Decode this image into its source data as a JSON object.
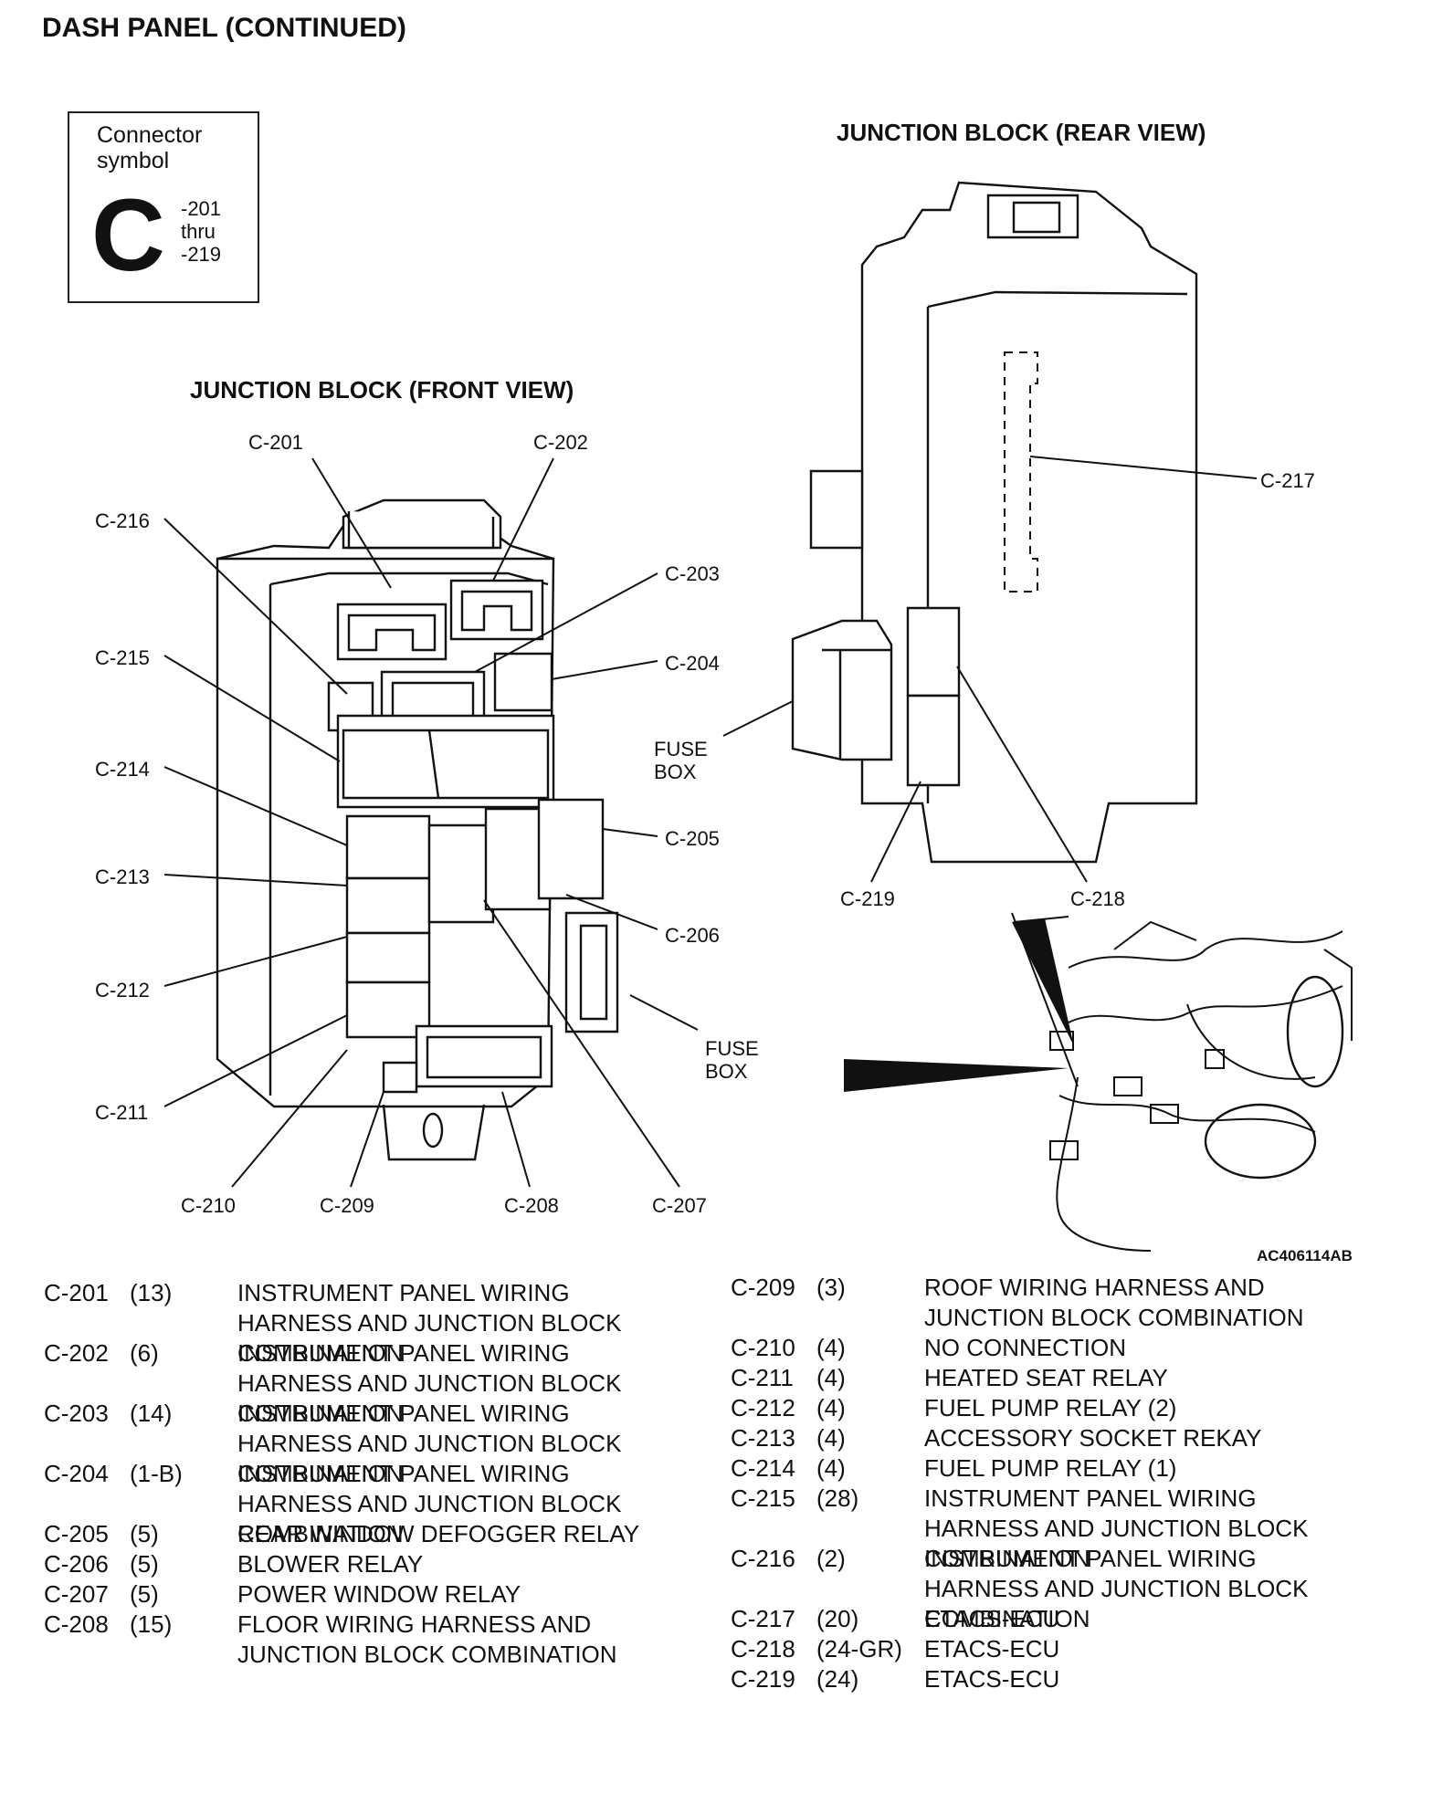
{
  "title": "DASH PANEL (CONTINUED)",
  "symbol": {
    "label": "Connector symbol",
    "letter": "C",
    "range": [
      "-201",
      "thru",
      "-219"
    ]
  },
  "front_view": {
    "heading": "JUNCTION BLOCK (FRONT VIEW)",
    "labels": {
      "c201": "C-201",
      "c202": "C-202",
      "c203": "C-203",
      "c204": "C-204",
      "c205": "C-205",
      "c206": "C-206",
      "c207": "C-207",
      "c208": "C-208",
      "c209": "C-209",
      "c210": "C-210",
      "c211": "C-211",
      "c212": "C-212",
      "c213": "C-213",
      "c214": "C-214",
      "c215": "C-215",
      "c216": "C-216"
    },
    "fuse_box": [
      "FUSE",
      "BOX"
    ]
  },
  "rear_view": {
    "heading": "JUNCTION BLOCK (REAR VIEW)",
    "labels": {
      "c217": "C-217",
      "c218": "C-218",
      "c219": "C-219"
    },
    "fuse_box": [
      "FUSE",
      "BOX"
    ]
  },
  "ref_code": "AC406114AB",
  "connectors_left": [
    {
      "id": "C-201",
      "pins": "(13)",
      "desc": "INSTRUMENT PANEL WIRING HARNESS AND JUNCTION BLOCK COMBINATION"
    },
    {
      "id": "C-202",
      "pins": "(6)",
      "desc": "INSTRUMENT PANEL WIRING HARNESS AND JUNCTION BLOCK COMBINATION"
    },
    {
      "id": "C-203",
      "pins": "(14)",
      "desc": "INSTRUMENT PANEL WIRING HARNESS AND JUNCTION BLOCK COMBINATION"
    },
    {
      "id": "C-204",
      "pins": "(1-B)",
      "desc": "INSTRUMENT PANEL WIRING HARNESS AND JUNCTION BLOCK COMBINATION"
    },
    {
      "id": "C-205",
      "pins": "(5)",
      "desc": "REAR WINDOW DEFOGGER RELAY"
    },
    {
      "id": "C-206",
      "pins": "(5)",
      "desc": "BLOWER RELAY"
    },
    {
      "id": "C-207",
      "pins": "(5)",
      "desc": "POWER WINDOW RELAY"
    },
    {
      "id": "C-208",
      "pins": "(15)",
      "desc": "FLOOR WIRING HARNESS AND JUNCTION BLOCK COMBINATION"
    }
  ],
  "connectors_right": [
    {
      "id": "C-209",
      "pins": "(3)",
      "desc": "ROOF WIRING HARNESS AND JUNCTION BLOCK COMBINATION"
    },
    {
      "id": "C-210",
      "pins": "(4)",
      "desc": "NO CONNECTION"
    },
    {
      "id": "C-211",
      "pins": "(4)",
      "desc": "HEATED SEAT RELAY"
    },
    {
      "id": "C-212",
      "pins": "(4)",
      "desc": "FUEL PUMP RELAY (2)"
    },
    {
      "id": "C-213",
      "pins": "(4)",
      "desc": "ACCESSORY SOCKET REKAY"
    },
    {
      "id": "C-214",
      "pins": "(4)",
      "desc": "FUEL PUMP RELAY (1)"
    },
    {
      "id": "C-215",
      "pins": "(28)",
      "desc": "INSTRUMENT PANEL WIRING HARNESS AND JUNCTION BLOCK COMBINATION"
    },
    {
      "id": "C-216",
      "pins": "(2)",
      "desc": "INSTRUMENT PANEL WIRING HARNESS AND JUNCTION BLOCK COMBINATION"
    },
    {
      "id": "C-217",
      "pins": "(20)",
      "desc": "ETACS-ECU"
    },
    {
      "id": "C-218",
      "pins": "(24-GR)",
      "desc": "ETACS-ECU"
    },
    {
      "id": "C-219",
      "pins": "(24)",
      "desc": "ETACS-ECU"
    }
  ]
}
